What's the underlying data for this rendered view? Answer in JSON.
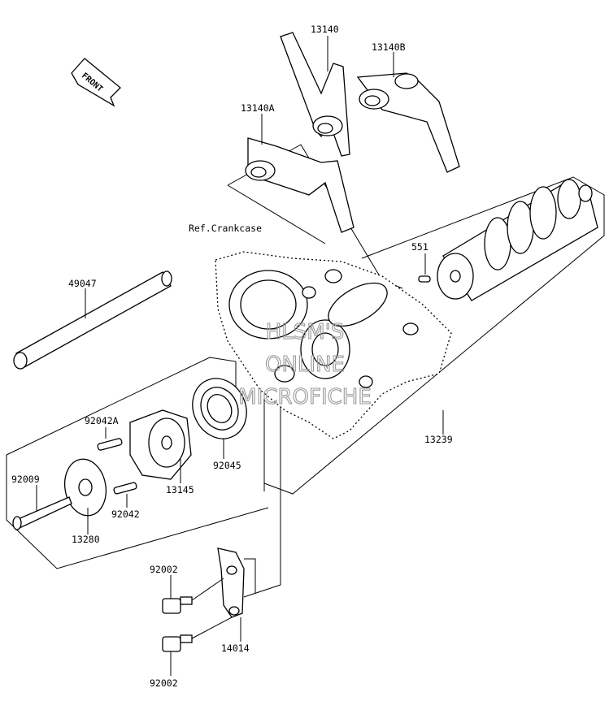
{
  "front_marker": {
    "text": "FRONT"
  },
  "reference_label": "Ref.Crankcase",
  "watermark": {
    "line1": "HLSM'S",
    "line2": "ONLINE",
    "line3": "MICROFICHE"
  },
  "parts": [
    {
      "ref": "13140"
    },
    {
      "ref": "13140B"
    },
    {
      "ref": "13140A"
    },
    {
      "ref": "551"
    },
    {
      "ref": "49047"
    },
    {
      "ref": "13239"
    },
    {
      "ref": "92042A"
    },
    {
      "ref": "92045"
    },
    {
      "ref": "92009"
    },
    {
      "ref": "13145"
    },
    {
      "ref": "92042"
    },
    {
      "ref": "13280"
    },
    {
      "ref": "92002"
    },
    {
      "ref": "14014"
    },
    {
      "ref": "92002"
    }
  ]
}
